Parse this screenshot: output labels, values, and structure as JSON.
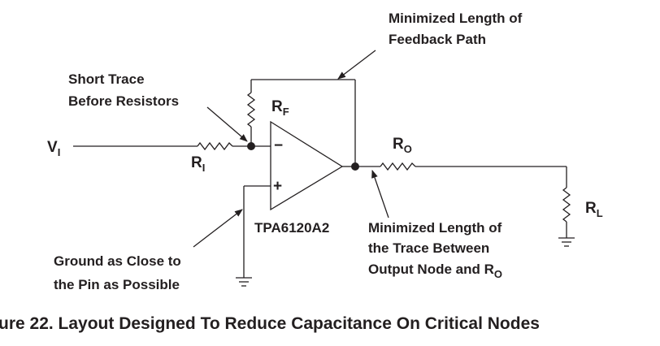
{
  "annotations": {
    "feedback_line1": "Minimized Length of",
    "feedback_line2": "Feedback Path",
    "short_trace_line1": "Short Trace",
    "short_trace_line2": "Before Resistors",
    "ground_line1": "Ground as Close to",
    "ground_line2": "the Pin as Possible",
    "output_line1": "Minimized Length of",
    "output_line2": "the Trace Between",
    "output_line3_prefix": "Output Node and R",
    "output_line3_sub": "O"
  },
  "components": {
    "vi": "V",
    "vi_sub": "I",
    "ri": "R",
    "ri_sub": "I",
    "rf": "R",
    "rf_sub": "F",
    "ro": "R",
    "ro_sub": "O",
    "rl": "R",
    "rl_sub": "L",
    "opamp_name": "TPA6120A2",
    "minus": "−",
    "plus": "+"
  },
  "caption": "ure 22.  Layout Designed To Reduce Capacitance On Critical Nodes"
}
